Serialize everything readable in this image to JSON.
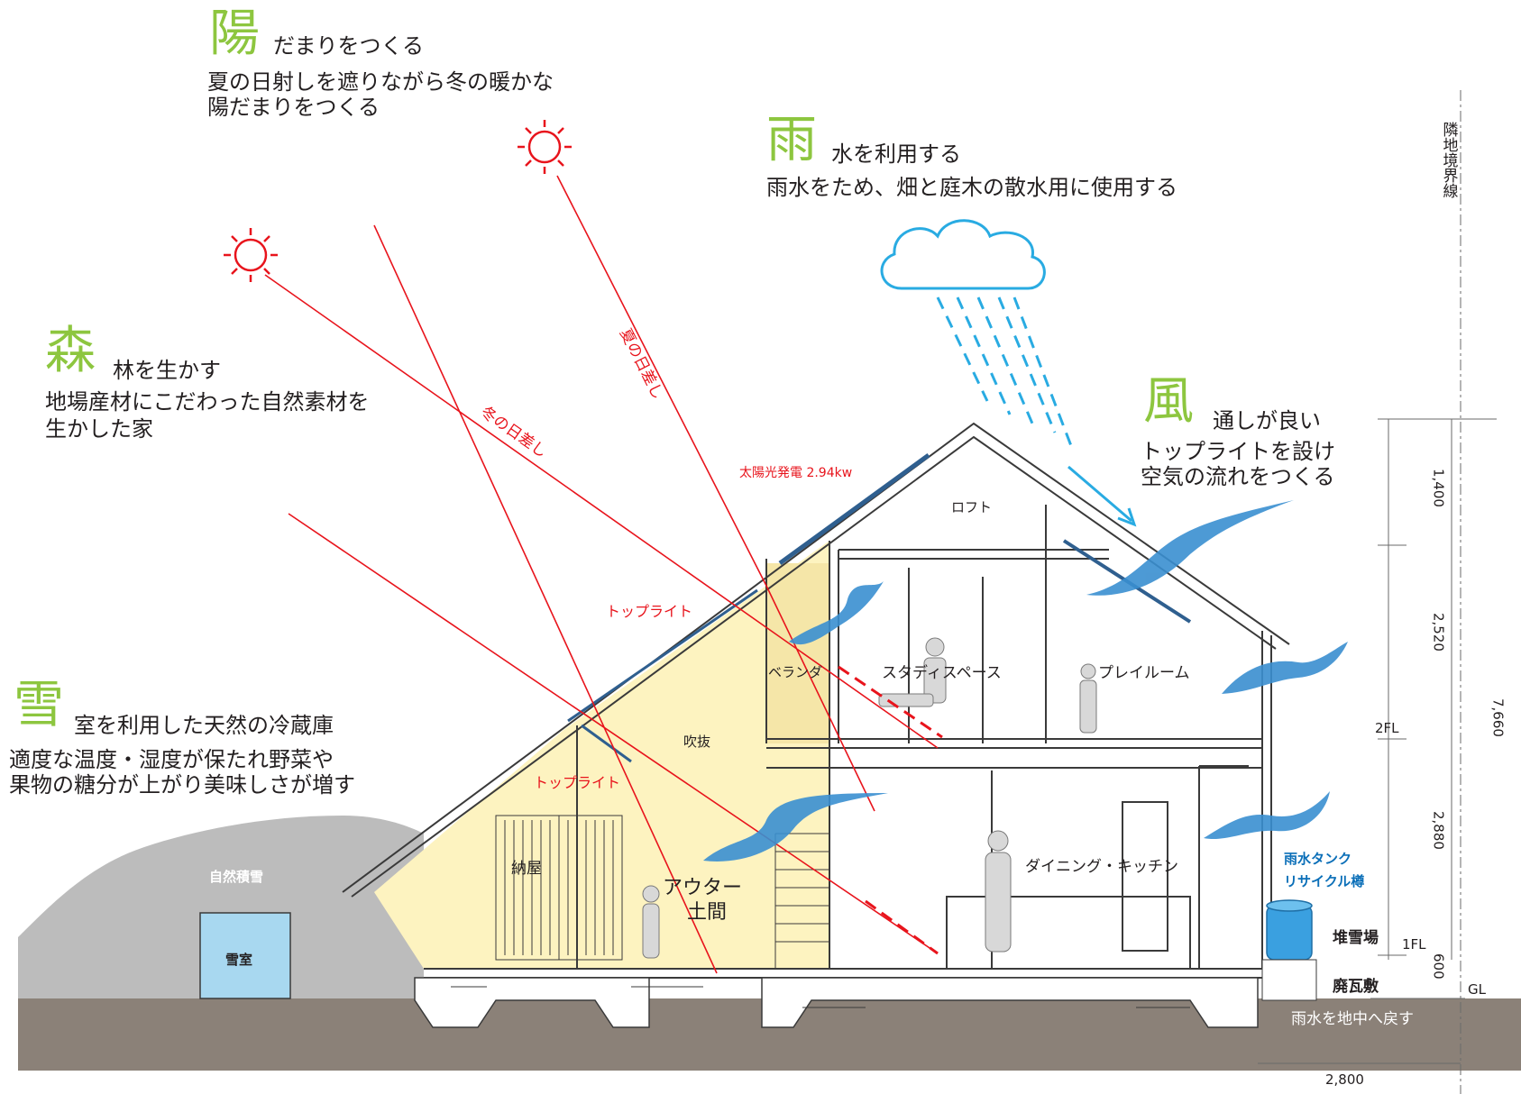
{
  "themes": {
    "sun": {
      "char": "陽",
      "title": "だまりをつくる",
      "desc1": "夏の日射しを遮りながら冬の暖かな",
      "desc2": "陽だまりをつくる"
    },
    "rain": {
      "char": "雨",
      "title": "水を利用する",
      "desc1": "雨水をため、畑と庭木の散水用に使用する"
    },
    "forest": {
      "char": "森",
      "title": "林を生かす",
      "desc1": "地場産材にこだわった自然素材を",
      "desc2": "生かした家"
    },
    "wind": {
      "char": "風",
      "title": "通しが良い",
      "desc1": "トップライトを設け",
      "desc2": "空気の流れをつくる"
    },
    "snow": {
      "char": "雪",
      "title": "室を利用した天然の冷蔵庫",
      "desc1": "適度な温度・湿度が保たれ野菜や",
      "desc2": "果物の糖分が上がり美味しさが増す"
    }
  },
  "annotations": {
    "summer_sun": "夏の日差し",
    "winter_sun": "冬の日差し",
    "solar": "太陽光発電 2.94kw",
    "toplight_upper": "トップライト",
    "toplight_lower": "トップライト",
    "boundary": "隣地境界線"
  },
  "rooms": {
    "loft": "ロフト",
    "veranda": "ベランダ",
    "study": "スタディスペース",
    "playroom": "プレイルーム",
    "atrium": "吹抜",
    "storage": "納屋",
    "outer_doma_1": "アウター",
    "outer_doma_2": "土間",
    "dining": "ダイニング・キッチン",
    "natural_snow": "自然積雪",
    "snow_room": "雪室"
  },
  "tank": {
    "line1": "雨水タンク",
    "line2": "リサイクル樽"
  },
  "outside": {
    "snow_yard": "堆雪場",
    "waste_tile": "廃瓦敷",
    "ground_return": "雨水を地中へ戻す"
  },
  "levels": {
    "fl2": "2FL",
    "fl1": "1FL",
    "gl": "GL"
  },
  "dimensions": {
    "d1400": "1,400",
    "d2520": "2,520",
    "d2880": "2,880",
    "d600": "600",
    "d7660": "7,660",
    "d2800": "2,800"
  },
  "colors": {
    "theme_green": "#8dc63f",
    "sun_red": "#e8141c",
    "rain_blue": "#29abe2",
    "wind_blue": "#3a8fd0",
    "ground": "#8b8178",
    "interior_yellow": "#fdf3c0",
    "snow_room": "#a8d8f0",
    "natural_snow": "#bcbcbc"
  }
}
